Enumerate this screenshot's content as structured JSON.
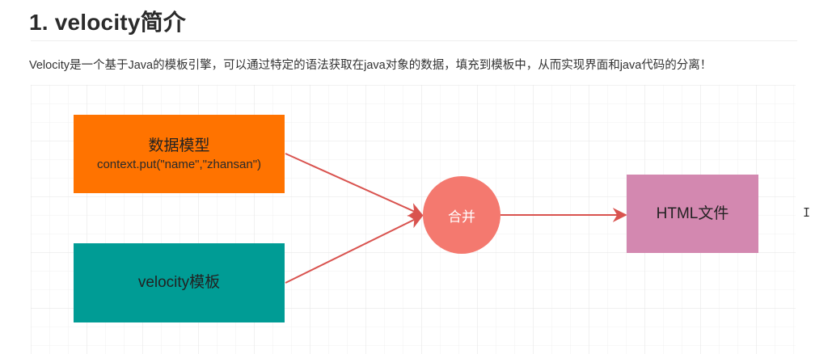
{
  "heading": {
    "text": "1. velocity简介"
  },
  "intro": {
    "text": "Velocity是一个基于Java的模板引擎，可以通过特定的语法获取在java对象的数据，填充到模板中，从而实现界面和java代码的分离！"
  },
  "diagram": {
    "grid": {
      "minor_spacing": 23,
      "major_spacing": 46,
      "minor_color": "#f1f1f1",
      "major_color": "#e2e2e2"
    },
    "nodes": [
      {
        "id": "data-model",
        "shape": "rect",
        "title": "数据模型",
        "subtitle": "context.put(\"name\",\"zhansan\")",
        "color": "#ff7300"
      },
      {
        "id": "velocity-template",
        "shape": "rect",
        "title": "velocity模板",
        "color": "#009c95"
      },
      {
        "id": "merge",
        "shape": "circle",
        "title": "合并",
        "color": "#f4796f"
      },
      {
        "id": "html-file",
        "shape": "rect",
        "title": "HTML文件",
        "color": "#d388b0"
      }
    ],
    "edges": [
      {
        "from": "data-model",
        "to": "merge"
      },
      {
        "from": "velocity-template",
        "to": "merge"
      },
      {
        "from": "merge",
        "to": "html-file"
      }
    ],
    "edge_color": "#d9534f"
  },
  "cursor": {
    "glyph": "I"
  }
}
